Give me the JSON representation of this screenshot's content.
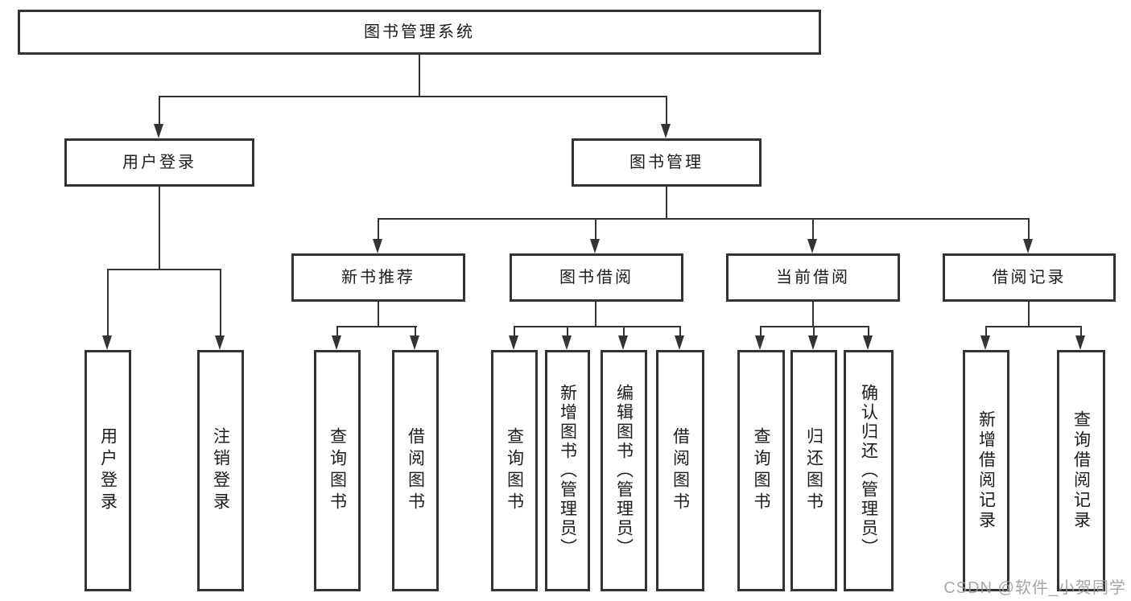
{
  "watermark": "CSDN @软件_小贺同学",
  "colors": {
    "background": "#ffffff",
    "box_border": "#333333",
    "connector_line": "#333333",
    "text": "#1c1c1c",
    "watermark_text": "#969696"
  },
  "nodes": {
    "root": {
      "label": "图书管理系统"
    },
    "user_login": {
      "label": "用户登录"
    },
    "book_management": {
      "label": "图书管理"
    },
    "new_book_recommend": {
      "label": "新书推荐"
    },
    "book_borrowing": {
      "label": "图书借阅"
    },
    "current_borrowing": {
      "label": "当前借阅"
    },
    "borrowing_records": {
      "label": "借阅记录"
    },
    "ul_login": {
      "label": "用户登录"
    },
    "ul_logout": {
      "label": "注销登录"
    },
    "nbr_query_books": {
      "label": "查询图书"
    },
    "nbr_borrow_books": {
      "label": "借阅图书"
    },
    "bb_query_books": {
      "label": "查询图书"
    },
    "bb_add_books": {
      "label": "新增图书（管理员）"
    },
    "bb_edit_books": {
      "label": "编辑图书（管理员）"
    },
    "bb_borrow_books": {
      "label": "借阅图书"
    },
    "cb_query_books": {
      "label": "查询图书"
    },
    "cb_return_books": {
      "label": "归还图书"
    },
    "cb_confirm_return": {
      "label": "确认归还（管理员）"
    },
    "br_add_record": {
      "label": "新增借阅记录"
    },
    "br_query_record": {
      "label": "查询借阅记录"
    }
  }
}
